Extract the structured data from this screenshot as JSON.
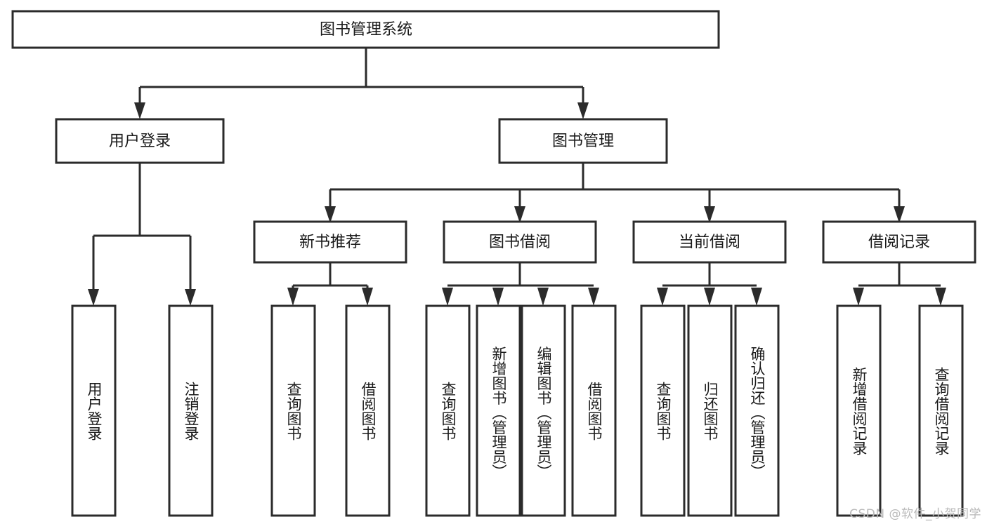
{
  "diagram": {
    "type": "tree-hierarchy",
    "title": "图书管理系统",
    "background_color": "#ffffff",
    "line_color": "#2b2b2b",
    "text_color": "#1a1a1a",
    "root": {
      "label": "图书管理系统"
    },
    "level2": [
      {
        "label": "用户登录"
      },
      {
        "label": "图书管理"
      }
    ],
    "level3": [
      {
        "label": "新书推荐"
      },
      {
        "label": "图书借阅"
      },
      {
        "label": "当前借阅"
      },
      {
        "label": "借阅记录"
      }
    ],
    "leaves": {
      "user_login": [
        {
          "label": "用户登录"
        },
        {
          "label": "注销登录"
        }
      ],
      "new_book_recommend": [
        {
          "label": "查询图书"
        },
        {
          "label": "借阅图书"
        }
      ],
      "book_borrow": [
        {
          "label": "查询图书"
        },
        {
          "label": "新增图书（管理员）"
        },
        {
          "label": "编辑图书（管理员）"
        },
        {
          "label": "借阅图书"
        }
      ],
      "current_borrow": [
        {
          "label": "查询图书"
        },
        {
          "label": "归还图书"
        },
        {
          "label": "确认归还（管理员）"
        }
      ],
      "borrow_records": [
        {
          "label": "新增借阅记录"
        },
        {
          "label": "查询借阅记录"
        }
      ]
    }
  },
  "watermark": {
    "text": "CSDN @软件_小贺同学"
  }
}
